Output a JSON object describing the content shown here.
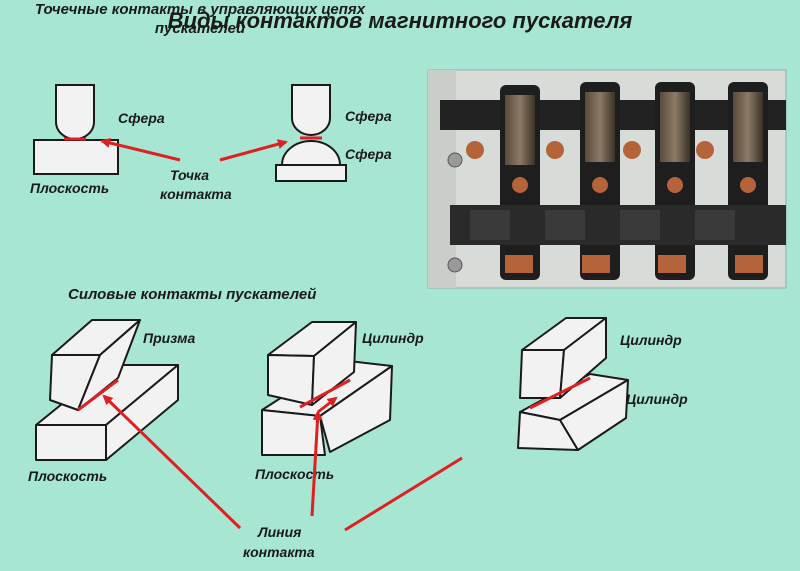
{
  "title": "Виды контактов магнитного пускателя",
  "section_point": {
    "heading": "Точечные контакты в управляющих цепях пускателей",
    "labels": {
      "sphere_a": "Сфера",
      "sphere_b": "Сфера",
      "sphere_c": "Сфера",
      "plane": "Плоскость",
      "contact_point_line1": "Точка",
      "contact_point_line2": "контакта"
    }
  },
  "section_power": {
    "heading": "Силовые контакты пускателей",
    "labels": {
      "prism": "Призма",
      "cylinder_a": "Цилиндр",
      "cylinder_b": "Цилиндр",
      "cylinder_c": "Цилиндр",
      "plane_a": "Плоскость",
      "plane_b": "Плоскость",
      "contact_line_line1": "Линия",
      "contact_line_line2": "контакта"
    }
  },
  "colors": {
    "background": "#a6e6d3",
    "arrow": "#e02020",
    "shape_fill": "#f2f2f2",
    "outline": "#1a1a1a"
  },
  "photo": {
    "icon": "contactor-photo"
  }
}
